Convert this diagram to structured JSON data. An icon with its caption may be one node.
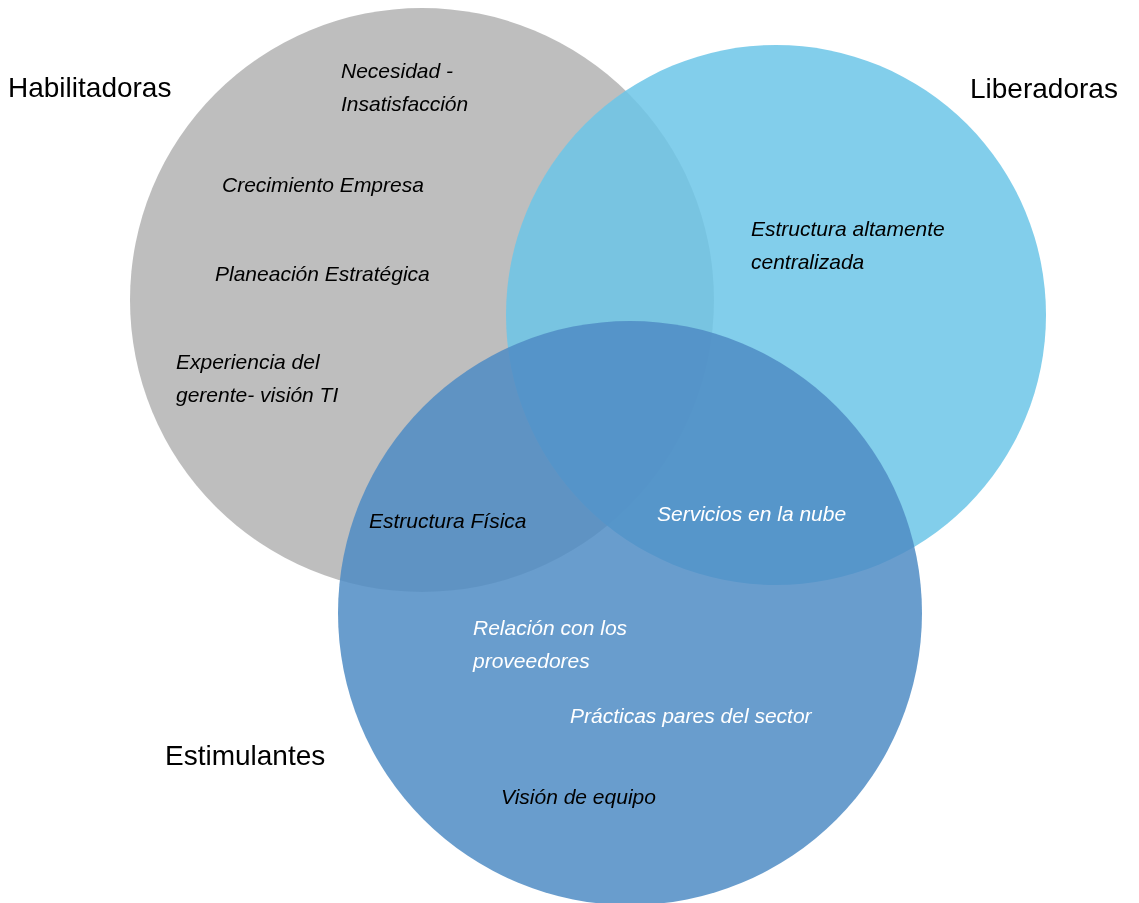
{
  "diagram": {
    "nodes": [
      {
        "text": [
          "Habilitadoras"
        ]
      },
      {
        "text": [
          "Liberadoras"
        ]
      },
      {
        "text": [
          "Estimulantes"
        ]
      }
    ],
    "labels": [
      "Necesidad - Insatisfacción",
      "Crecimiento Empresa",
      "Estructura altamente centralizada",
      "Planeación Estratégica",
      "Experiencia del gerente- visión TI",
      "Estructura Física",
      "Servicios en la nube",
      "Relación con los proveedores",
      "Prácticas pares del sector",
      "Visión de equipo"
    ]
  }
}
